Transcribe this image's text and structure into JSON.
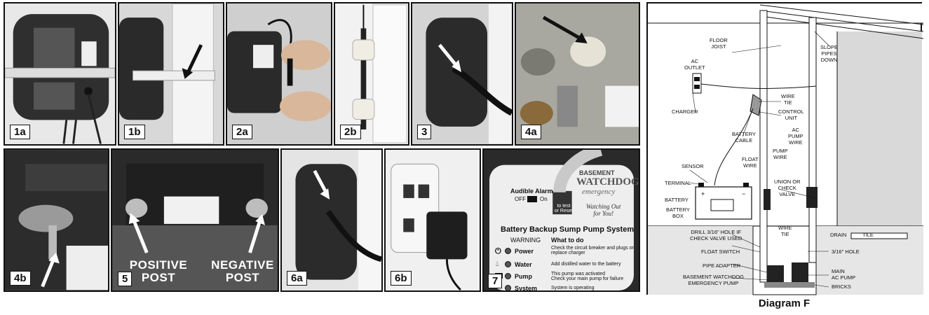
{
  "panels": {
    "p1a": "1a",
    "p1b": "1b",
    "p2a": "2a",
    "p2b": "2b",
    "p3": "3",
    "p4a": "4a",
    "p4b": "4b",
    "p5": "5",
    "p6a": "6a",
    "p6b": "6b",
    "p7": "7"
  },
  "panel5": {
    "positive": "POSITIVE\nPOST",
    "negative": "NEGATIVE\nPOST"
  },
  "control_unit": {
    "brand_top": "BASEMENT",
    "brand": "WATCHDOG",
    "brand_sub": "emergency",
    "tagline": "Watching Out\nfor You!",
    "alarm_label": "Audible Alarm",
    "off": "OFF",
    "on": "On",
    "test_button": "to test\nor Reset",
    "system_title": "Battery Backup Sump Pump System",
    "col_warning": "WARNING",
    "col_what": "What to do",
    "rows": [
      {
        "name": "Power",
        "text": "Check the circuit breaker and plugs or\nreplace charger"
      },
      {
        "name": "Water",
        "text": "Add distilled water to the battery"
      },
      {
        "name": "Pump",
        "text": "This pump was activated\nCheck your main pump for failure"
      },
      {
        "name": "System",
        "text": "System is operating"
      }
    ]
  },
  "diagram": {
    "caption": "Diagram F",
    "labels": {
      "floor_joist": "FLOOR\nJOIST",
      "slope_pipes": "SLOPE\nPIPES\nDOWN",
      "ac_outlet": "AC\nOUTLET",
      "charger": "CHARGER",
      "wire_tie_top": "WIRE\nTIE",
      "control_unit": "CONTROL\nUNIT",
      "battery_cable": "BATTERY\nCABLE",
      "ac_pump_wire": "AC\nPUMP\nWIRE",
      "pump_wire": "PUMP\nWIRE",
      "float_wire": "FLOAT\nWIRE",
      "sensor": "SENSOR",
      "terminal": "TERMINAL",
      "battery": "BATTERY",
      "battery_box": "BATTERY\nBOX",
      "union_valve": "UNION OR\nCHECK\nVALVE",
      "drain_tile": "DRAIN",
      "tile": "TILE",
      "drill_hole": "DRILL 3/16\" HOLE IF\nCHECK VALVE USED",
      "wire_tie_bottom": "WIRE\nTIE",
      "float_switch": "FLOAT SWITCH",
      "hole": "3/16\" HOLE",
      "pipe_adapter": "PIPE ADAPTER",
      "emergency_pump": "BASEMENT WATCHDOG\nEMERGENCY PUMP",
      "main_pump": "MAIN\nAC PUMP",
      "bricks": "BRICKS"
    }
  },
  "colors": {
    "photo_dark": "#2b2b2b",
    "photo_mid": "#6b6b6b",
    "outline": "#111111"
  }
}
